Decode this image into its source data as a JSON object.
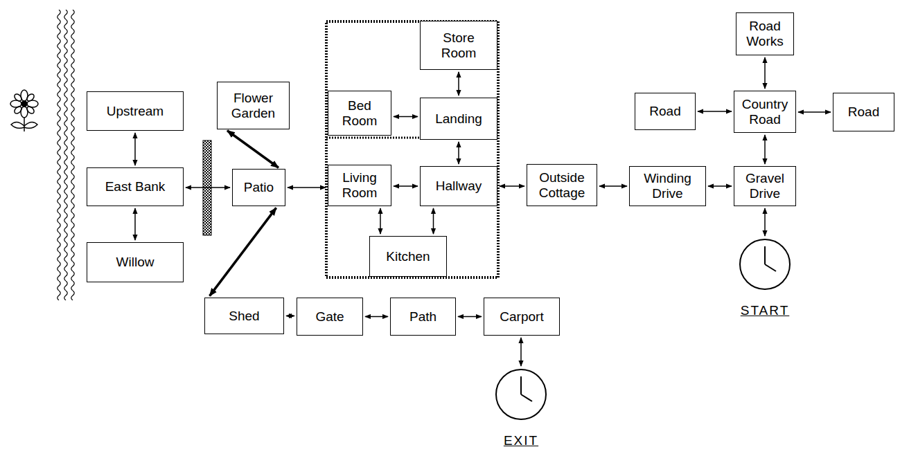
{
  "diagram": {
    "nodes": [
      {
        "text": [
          "Store Room"
        ]
      },
      {
        "text": [
          "Road Works"
        ]
      },
      {
        "text": [
          "Flower Garden"
        ]
      },
      {
        "text": [
          "Upstream"
        ]
      },
      {
        "text": [
          "Bed Room"
        ]
      },
      {
        "text": [
          "Landing"
        ]
      },
      {
        "text": [
          "Road"
        ]
      },
      {
        "text": [
          "Country Road"
        ]
      },
      {
        "text": [
          "Road"
        ]
      },
      {
        "text": [
          "East Bank"
        ]
      },
      {
        "text": [
          "Patio"
        ]
      },
      {
        "text": [
          "Living Room"
        ]
      },
      {
        "text": [
          "Hallway"
        ]
      },
      {
        "text": [
          "Outside Cottage"
        ]
      },
      {
        "text": [
          "Winding Drive"
        ]
      },
      {
        "text": [
          "Gravel Drive"
        ]
      },
      {
        "text": [
          "Kitchen"
        ]
      },
      {
        "text": [
          "Willow"
        ]
      },
      {
        "text": [
          "START"
        ]
      },
      {
        "text": [
          "Shed"
        ]
      },
      {
        "text": [
          "Gate"
        ]
      },
      {
        "text": [
          "Path"
        ]
      },
      {
        "text": [
          "Carport"
        ]
      },
      {
        "text": [
          "EXIT"
        ]
      }
    ],
    "edges": [
      {
        "from": 0,
        "to": 5,
        "arrow": "both"
      },
      {
        "from": 1,
        "to": 7,
        "arrow": "both"
      },
      {
        "from": 2,
        "to": 10,
        "arrow": "both"
      },
      {
        "from": 3,
        "to": 9,
        "arrow": "both"
      },
      {
        "from": 4,
        "to": 5,
        "arrow": "both"
      },
      {
        "from": 5,
        "to": 12,
        "arrow": "both"
      },
      {
        "from": 6,
        "to": 7,
        "arrow": "both"
      },
      {
        "from": 7,
        "to": 8,
        "arrow": "both"
      },
      {
        "from": 7,
        "to": 15,
        "arrow": "both"
      },
      {
        "from": 9,
        "to": 10,
        "arrow": "both"
      },
      {
        "from": 10,
        "to": 11,
        "arrow": "both"
      },
      {
        "from": 11,
        "to": 12,
        "arrow": "both"
      },
      {
        "from": 12,
        "to": 13,
        "arrow": "both"
      },
      {
        "from": 13,
        "to": 14,
        "arrow": "both"
      },
      {
        "from": 14,
        "to": 15,
        "arrow": "both"
      },
      {
        "from": 15,
        "to": 18,
        "arrow": "both"
      },
      {
        "from": 11,
        "to": 16,
        "arrow": "both"
      },
      {
        "from": 12,
        "to": 16,
        "arrow": "both"
      },
      {
        "from": 9,
        "to": 17,
        "arrow": "both"
      },
      {
        "from": 10,
        "to": 19,
        "arrow": "both"
      },
      {
        "from": 19,
        "to": 20,
        "arrow": "both"
      },
      {
        "from": 20,
        "to": 21,
        "arrow": "both"
      },
      {
        "from": 21,
        "to": 22,
        "arrow": "both"
      },
      {
        "from": 22,
        "to": 23,
        "arrow": "both"
      }
    ]
  }
}
